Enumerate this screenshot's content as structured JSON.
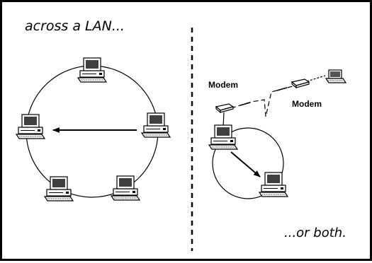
{
  "left_panel": {
    "caption": "across a LAN..."
  },
  "right_panel": {
    "caption": "...or both.",
    "modem_left_label": "Modem",
    "modem_right_label": "Modem"
  },
  "icons": {
    "computer": "desktop-computer-icon",
    "laptop": "laptop-icon",
    "modem": "modem-icon"
  },
  "colors": {
    "ink": "#000000",
    "background": "#ffffff",
    "screen_shade": "#555555",
    "dither": "#888888"
  }
}
